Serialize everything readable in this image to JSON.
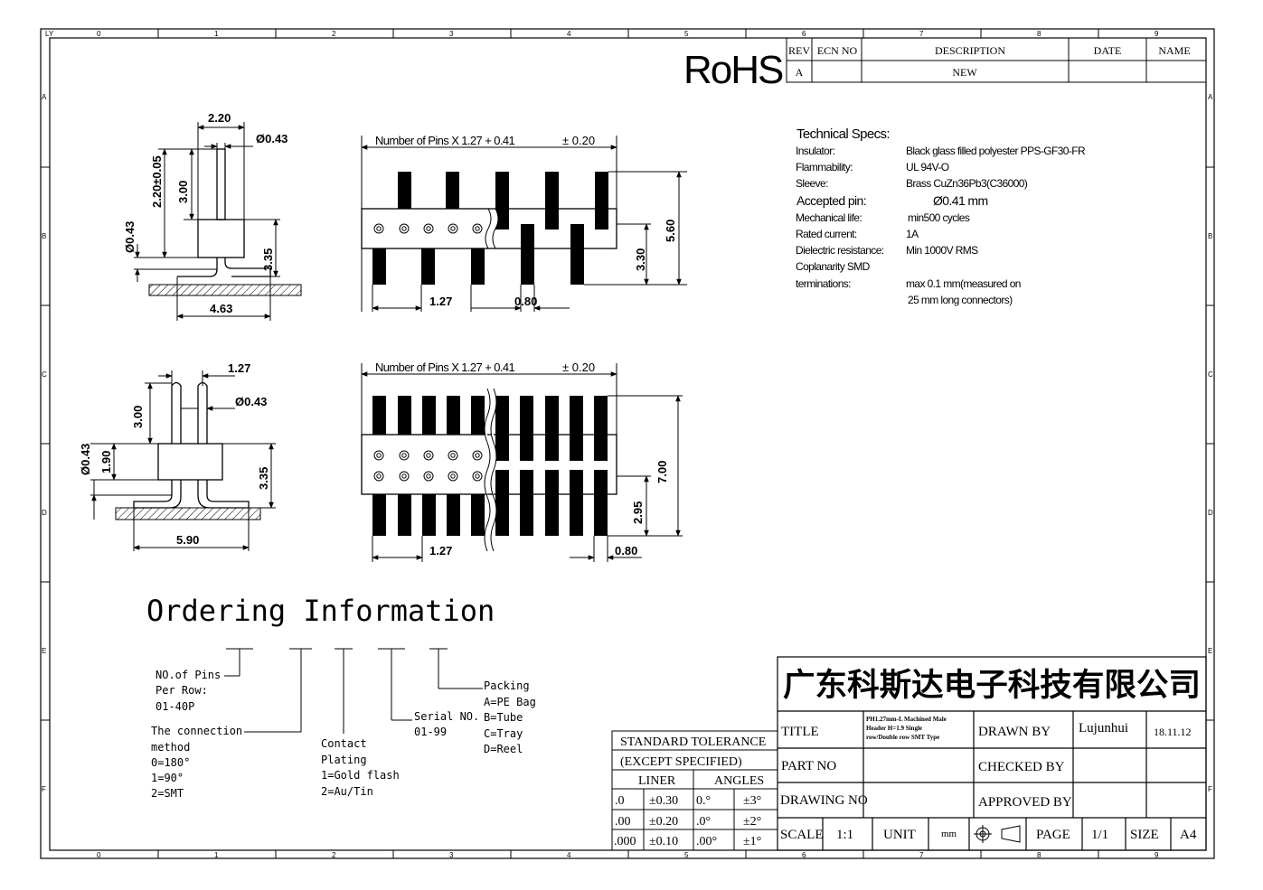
{
  "frame": {
    "corner_label": "LY",
    "col_numbers": [
      "0",
      "1",
      "2",
      "3",
      "4",
      "5",
      "6",
      "7",
      "8",
      "9"
    ],
    "row_letters": [
      "A",
      "B",
      "C",
      "D",
      "E",
      "F"
    ]
  },
  "rohs": "RoHS",
  "revision_block": {
    "headers": [
      "REV",
      "ECN NO",
      "DESCRIPTION",
      "DATE",
      "NAME"
    ],
    "row": [
      "A",
      "",
      "NEW",
      "",
      ""
    ]
  },
  "technical_specs": {
    "title": "Technical Specs:",
    "items": [
      {
        "label": "Insulator:",
        "value": "Black glass filled polyester PPS-GF30-FR"
      },
      {
        "label": "Flammability:",
        "value": "UL 94V-O"
      },
      {
        "label": "Sleeve:",
        "value": "Brass CuZn36Pb3(C36000)"
      },
      {
        "label": "Accepted pin:",
        "value": "Ø0.41 mm"
      },
      {
        "label": "Mechanical life:",
        "value": "min500 cycles"
      },
      {
        "label": "Rated current:",
        "value": "1A"
      },
      {
        "label": "Dielectric resistance:",
        "value": "Min 1000V RMS"
      },
      {
        "label": "Coplanarity SMD",
        "value": ""
      },
      {
        "label": "terminations:",
        "value": "max 0.1 mm(measured on"
      },
      {
        "label": "",
        "value": "25 mm long connectors)"
      }
    ]
  },
  "side_view_single": {
    "dim_width_top": "2.20",
    "dim_pin_dia": "Ø0.43",
    "dim_height_tol": "2.20±0.05",
    "dim_pin_len": "3.00",
    "dim_dia_left": "Ø0.43",
    "dim_body": "3.35",
    "dim_foot": "4.63"
  },
  "front_view_single": {
    "pins_formula": "Number of Pins X 1.27 + 0.41",
    "tolerance": "± 0.20",
    "dim_height": "5.60",
    "dim_lower": "3.30",
    "dim_pitch": "1.27",
    "dim_pad": "0.80"
  },
  "side_view_double": {
    "dim_pitch_top": "1.27",
    "dim_pin_dia": "Ø0.43",
    "dim_pin_len": "3.00",
    "dim_dia_left": "Ø0.43",
    "dim_body_low": "1.90",
    "dim_body": "3.35",
    "dim_foot": "5.90"
  },
  "front_view_double": {
    "pins_formula": "Number of Pins X 1.27 + 0.41",
    "tolerance": "± 0.20",
    "dim_height": "7.00",
    "dim_lower": "2.95",
    "dim_pitch": "1.27",
    "dim_pad": "0.80"
  },
  "ordering": {
    "title": "Ordering Information",
    "pins_per_row": [
      "NO.of Pins",
      "Per Row:",
      "01-40P"
    ],
    "connection": [
      "The connection",
      "method",
      "0=180°",
      "1=90°",
      "2=SMT"
    ],
    "plating": [
      "Contact",
      "Plating",
      "1=Gold flash",
      "2=Au/Tin"
    ],
    "serial": [
      "Serial NO.",
      "01-99"
    ],
    "packing": [
      "Packing",
      "A=PE Bag",
      "B=Tube",
      "C=Tray",
      "D=Reel"
    ]
  },
  "tolerance_table": {
    "title1": "STANDARD TOLERANCE",
    "title2": "(EXCEPT  SPECIFIED)",
    "col_liner": "LINER",
    "col_angles": "ANGLES",
    "rows": [
      [
        ".0",
        "±0.30",
        "0.°",
        "±3°"
      ],
      [
        ".00",
        "±0.20",
        ".0°",
        "±2°"
      ],
      [
        ".000",
        "±0.10",
        ".00°",
        "±1°"
      ]
    ]
  },
  "title_block": {
    "company": "广东科斯达电子科技有限公司",
    "title_label": "TITLE",
    "title_value": [
      "PH1.27mm-L Machined Male",
      "Header H=1.9 Single",
      "row/Double row SMT Type"
    ],
    "drawn_by_label": "DRAWN BY",
    "drawn_by_value": "Lujunhui",
    "date": "18.11.12",
    "part_no_label": "PART NO",
    "checked_by_label": "CHECKED BY",
    "drawing_no_label": "DRAWING NO",
    "approved_by_label": "APPROVED BY",
    "scale_label": "SCALE",
    "scale_value": "1:1",
    "unit_label": "UNIT",
    "unit_value": "mm",
    "page_label": "PAGE",
    "page_value": "1/1",
    "size_label": "SIZE",
    "size_value": "A4"
  }
}
